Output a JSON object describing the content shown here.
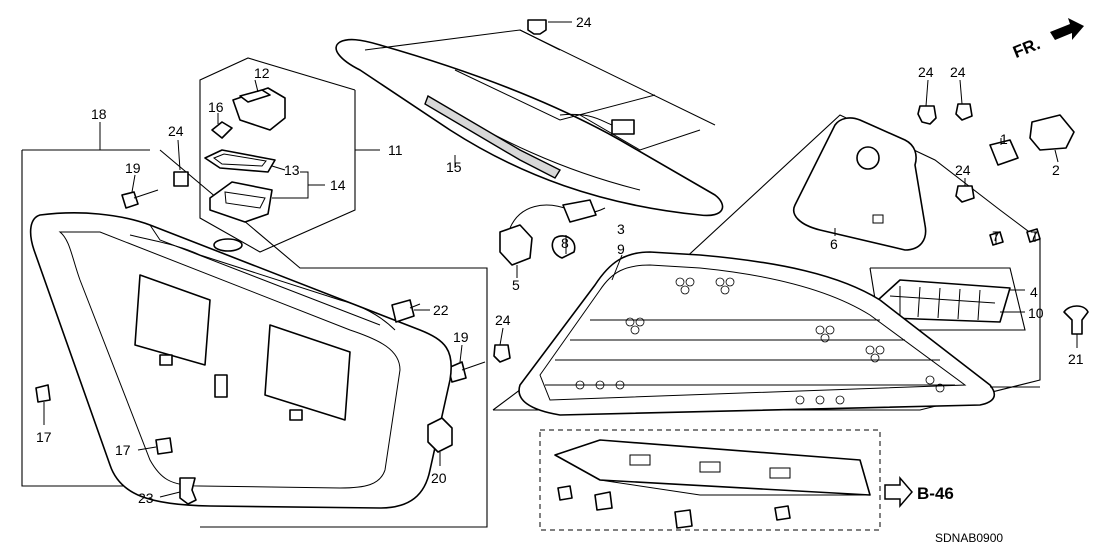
{
  "diagram": {
    "front_indicator": "FR.",
    "reference_label": "B-46",
    "diagram_code": "SDNAB0900",
    "callouts": {
      "c1": "1",
      "c2": "2",
      "c3": "3",
      "c4": "4",
      "c5": "5",
      "c6": "6",
      "c7a": "7",
      "c7b": "7",
      "c8": "8",
      "c9": "9",
      "c10": "10",
      "c11": "11",
      "c12": "12",
      "c13": "13",
      "c14": "14",
      "c15": "15",
      "c16": "16",
      "c17a": "17",
      "c17b": "17",
      "c18": "18",
      "c19a": "19",
      "c19b": "19",
      "c20": "20",
      "c21": "21",
      "c22": "22",
      "c23": "23",
      "c24a": "24",
      "c24b": "24",
      "c24c": "24",
      "c24d": "24",
      "c24e": "24",
      "c24f": "24"
    }
  }
}
